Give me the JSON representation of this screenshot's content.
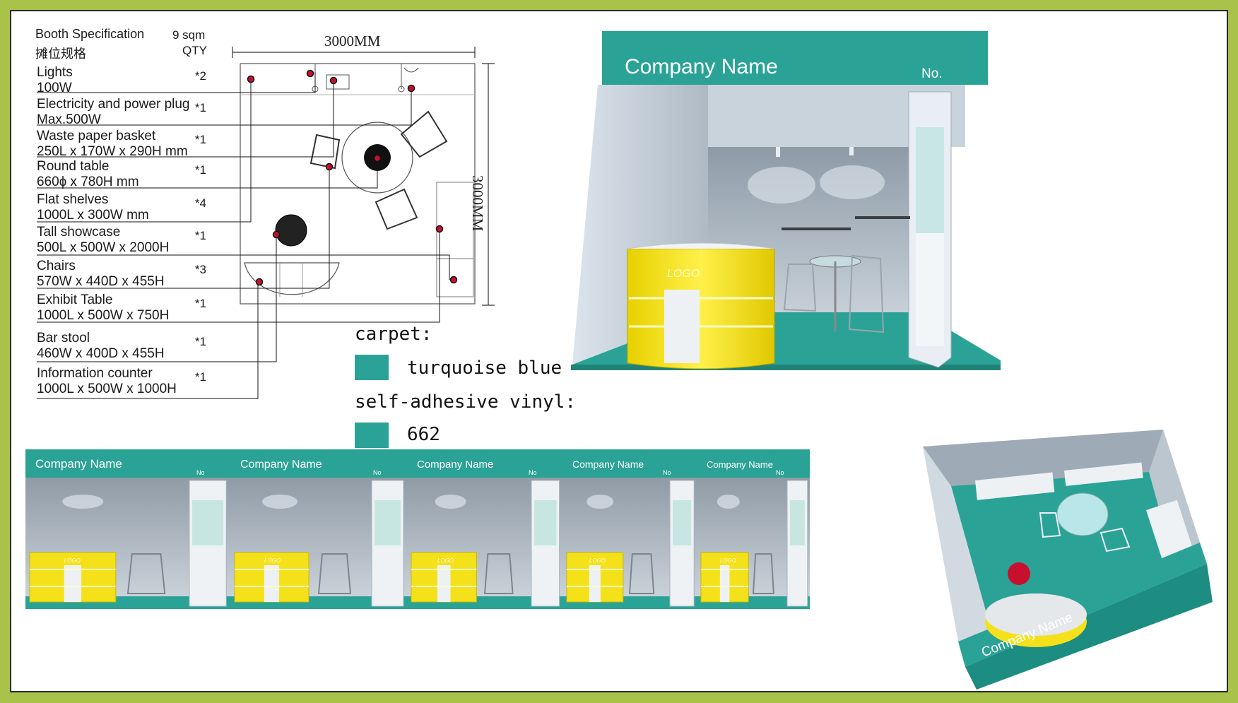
{
  "spec": {
    "title": "Booth Specification",
    "title_cn": "摊位规格",
    "area": "9 sqm",
    "qty_header": "QTY",
    "items": [
      {
        "name": "Lights",
        "dim": "100W",
        "qty": "*2"
      },
      {
        "name": "Electricity and power plug",
        "dim": "Max.500W",
        "qty": "*1"
      },
      {
        "name": "Waste paper basket",
        "dim": "250L x 170W x 290H mm",
        "qty": "*1"
      },
      {
        "name": "Round table",
        "dim": "660ɸ x 780H mm",
        "qty": "*1"
      },
      {
        "name": "Flat shelves",
        "dim": "1000L x 300W mm",
        "qty": "*4"
      },
      {
        "name": "Tall showcase",
        "dim": "500L x 500W x 2000H",
        "qty": "*1"
      },
      {
        "name": "Chairs",
        "dim": "570W x 440D x 455H",
        "qty": "*3"
      },
      {
        "name": "Exhibit Table",
        "dim": "1000L x 500W x 750H",
        "qty": "*1"
      },
      {
        "name": "Bar stool",
        "dim": "460W  x 400D x 455H",
        "qty": "*1"
      },
      {
        "name": "Information counter",
        "dim": "1000L x 500W x 1000H",
        "qty": "*1"
      }
    ]
  },
  "plan": {
    "width_label": "3000MM",
    "depth_label": "3000MM"
  },
  "legend": {
    "carpet_label": "carpet:",
    "carpet_color_name": "turquoise blue",
    "vinyl_label": "self-adhesive vinyl:",
    "vinyl_code": "662",
    "swatch_color": "#2aa396"
  },
  "booth": {
    "company_name": "Company Name",
    "number_label": "No.",
    "number_label_short": "No",
    "logo_text": "LOGO",
    "fascia_color": "#2aa396",
    "counter_color": "#f5e11a"
  },
  "colors": {
    "background": "#a9c24a",
    "marker": "#c8102e"
  }
}
